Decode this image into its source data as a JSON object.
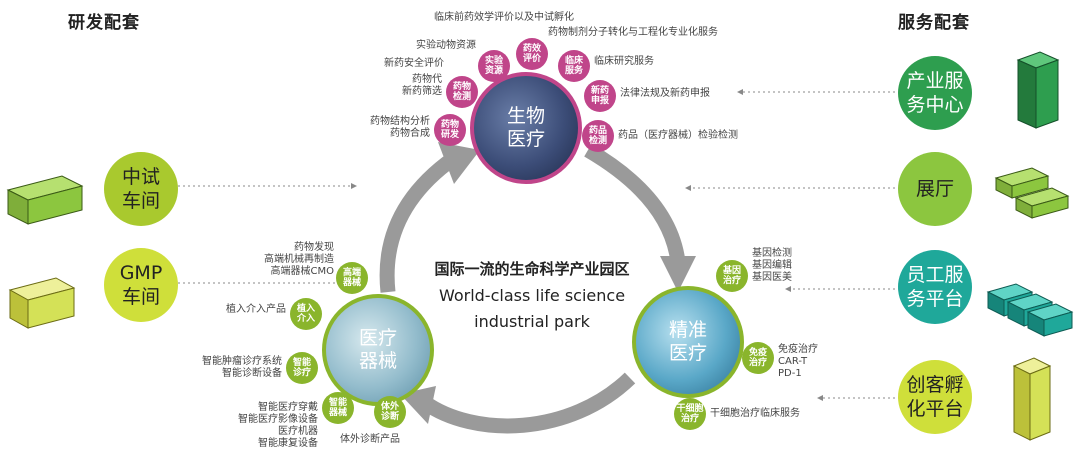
{
  "headers": {
    "left": "研发配套",
    "right": "服务配套"
  },
  "left_circles": [
    {
      "id": "pilot",
      "text": "中试\n车间"
    },
    {
      "id": "gmp",
      "text": "GMP\n车间"
    }
  ],
  "right_circles": [
    {
      "id": "service",
      "text": "产业服\n务中心"
    },
    {
      "id": "hall",
      "text": "展厅"
    },
    {
      "id": "staff",
      "text": "员工服\n务平台"
    },
    {
      "id": "maker",
      "text": "创客孵\n化平台"
    }
  ],
  "hubs": {
    "bio": "生物\n医疗",
    "precision": "精准\n医疗",
    "device": "医疗\n器械"
  },
  "center": {
    "cn": "国际一流的生命科学产业园区",
    "en1": "World-class life science",
    "en2": "industrial park"
  },
  "bio_nodes": [
    {
      "text": "药效\n评价"
    },
    {
      "text": "实验\n资源"
    },
    {
      "text": "临床\n服务"
    },
    {
      "text": "药物\n检测"
    },
    {
      "text": "新药\n申报"
    },
    {
      "text": "药物\n研发"
    },
    {
      "text": "药品\n检测"
    }
  ],
  "bio_labels": {
    "l1": "临床前药效学评价以及中试孵化",
    "l2": "药物制剂分子转化与工程化专业化服务",
    "l3": "实验动物资源",
    "l4": "新药安全评价",
    "l5": "临床研究服务",
    "l6": "药物代\n新药筛选",
    "l7": "法律法规及新药申报",
    "l8": "药物结构分析\n药物合成",
    "l9": "药品（医疗器械）检验检测"
  },
  "precision_nodes": [
    {
      "text": "基因\n治疗"
    },
    {
      "text": "免疫\n治疗"
    },
    {
      "text": "干细胞\n治疗"
    }
  ],
  "precision_labels": {
    "l1": "基因检测\n基因编辑\n基因医美",
    "l2": "免疫治疗\nCAR-T\nPD-1",
    "l3": "干细胞治疗临床服务"
  },
  "device_nodes": [
    {
      "text": "高端\n器械"
    },
    {
      "text": "植入\n介入"
    },
    {
      "text": "智能\n诊疗"
    },
    {
      "text": "智能\n器械"
    },
    {
      "text": "体外\n诊断"
    }
  ],
  "device_labels": {
    "l1": "药物发现\n高端机械再制造\n高端器械CMO",
    "l2": "植入介入产品",
    "l3": "智能肿瘤诊疗系统\n智能诊断设备",
    "l4": "智能医疗穿戴\n智能医疗影像设备\n医疗机器\n智能康复设备",
    "l5": "体外诊断产品"
  },
  "colors": {
    "pink": "#c0458a",
    "green": "#8ab52c",
    "arrow": "#9a9a9a",
    "box_green": "#8cc63f",
    "box_yellow": "#d4e157",
    "box_dark_green": "#2e9e4f",
    "box_teal": "#1fa89a"
  }
}
